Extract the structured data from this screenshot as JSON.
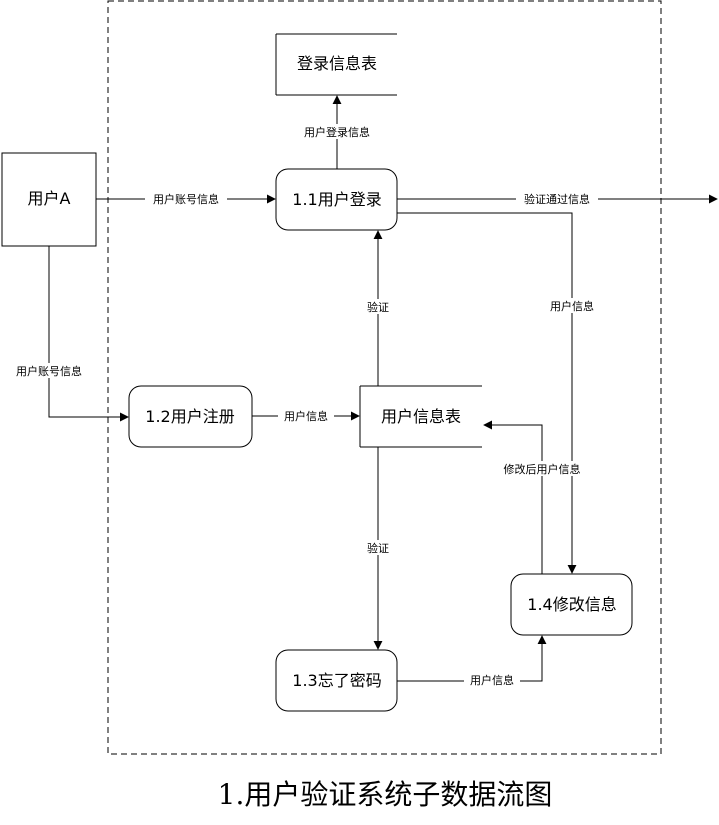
{
  "diagram": {
    "title": "1.用户验证系统子数据流图",
    "external_entity": "用户A",
    "processes": {
      "login": "1.1用户登录",
      "register": "1.2用户注册",
      "forgot_password": "1.3忘了密码",
      "modify_info": "1.4修改信息"
    },
    "data_stores": {
      "login_info": "登录信息表",
      "user_info": "用户信息表"
    },
    "flows": {
      "login_to_store": "用户登录信息",
      "entity_to_login": "用户账号信息",
      "login_out": "验证通过信息",
      "store_to_login": "验证",
      "login_to_modify": "用户信息",
      "entity_to_register": "用户账号信息",
      "register_to_store": "用户信息",
      "modify_to_store": "修改后用户信息",
      "store_to_forgot": "验证",
      "forgot_to_modify": "用户信息"
    }
  }
}
